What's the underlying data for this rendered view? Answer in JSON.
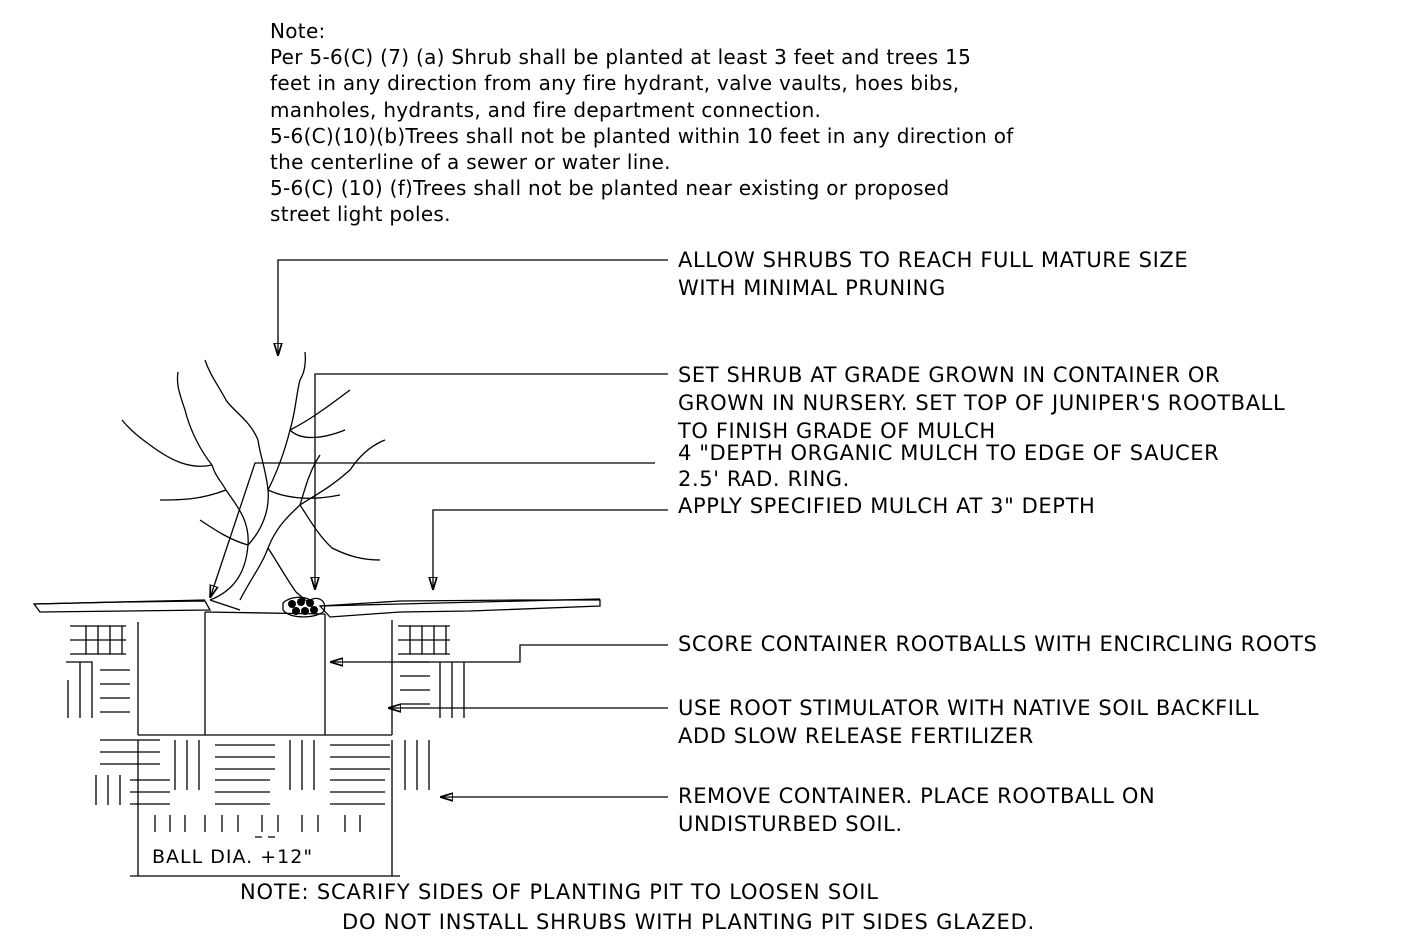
{
  "note": {
    "heading": "Note:",
    "lines": [
      "Per 5-6(C) (7) (a) Shrub shall be planted at least 3 feet and trees 15",
      "feet in any direction from any fire hydrant, valve vaults, hoes bibs,",
      "manholes, hydrants, and fire department connection.",
      " 5-6(C)(10)(b)Trees shall not be planted within 10 feet in any direction of",
      "the centerline of a sewer or water line.",
      " 5-6(C) (10) (f)Trees shall not be planted near existing or proposed",
      "street light poles."
    ]
  },
  "callouts": {
    "mature_size": [
      "ALLOW SHRUBS TO REACH FULL MATURE SIZE",
      "WITH MINIMAL PRUNING"
    ],
    "set_shrub": [
      "SET SHRUB AT GRADE GROWN IN CONTAINER OR",
      "GROWN IN NURSERY.  SET TOP OF JUNIPER'S ROOTBALL",
      "TO FINISH GRADE OF MULCH"
    ],
    "organic_mulch": [
      "4 \"DEPTH ORGANIC MULCH TO EDGE OF SAUCER",
      "2.5' RAD. RING."
    ],
    "apply_mulch": "APPLY SPECIFIED MULCH AT 3\" DEPTH",
    "score": "SCORE CONTAINER ROOTBALLS WITH ENCIRCLING ROOTS",
    "root_stimulator": [
      "USE ROOT STIMULATOR WITH NATIVE SOIL BACKFILL",
      "ADD SLOW RELEASE FERTILIZER"
    ],
    "remove_container": [
      "REMOVE CONTAINER.  PLACE ROOTBALL ON",
      "UNDISTURBED SOIL."
    ]
  },
  "dimension": {
    "label": "BALL   DIA.  +12\""
  },
  "footnote": {
    "line1": "NOTE: SCARIFY SIDES OF PLANTING PIT TO LOOSEN SOIL",
    "line2": "DO NOT INSTALL SHRUBS WITH PLANTING PIT SIDES GLAZED."
  }
}
